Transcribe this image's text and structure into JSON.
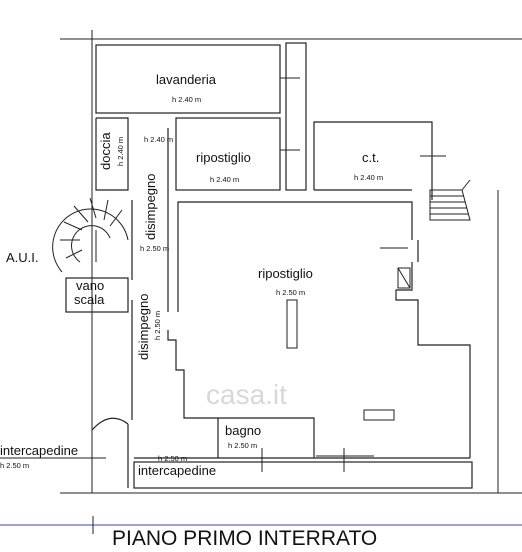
{
  "plan_title": "PIANO PRIMO INTERRATO",
  "watermark": "casa.it",
  "colors": {
    "walls": "#222222",
    "axis_line": "#3b46c9",
    "watermark": "#d8d8d8"
  },
  "rooms": {
    "lavanderia": {
      "name": "lavanderia",
      "height": "h 2.40 m"
    },
    "doccia": {
      "name": "doccia",
      "height": "h 2.40 m"
    },
    "disimpegno_upper": {
      "name": "disimpegno",
      "height": "h 2.40 m",
      "height_lower": "h 2.50 m"
    },
    "ripostiglio_small": {
      "name": "ripostiglio",
      "height": "h 2.40 m"
    },
    "ct": {
      "name": "c.t.",
      "height": "h 2.40 m"
    },
    "ripostiglio_large": {
      "name": "ripostiglio",
      "height": "h 2.50 m"
    },
    "vano_scala": {
      "name_line1": "vano",
      "name_line2": "scala"
    },
    "aui": {
      "name": "A.U.I."
    },
    "disimpegno_lower": {
      "name": "disimpegno",
      "height": "h 2.50 m"
    },
    "bagno": {
      "name": "bagno",
      "height": "h 2.50 m"
    },
    "intercapedine_left": {
      "name": "intercapedine",
      "height": "h 2.50 m"
    },
    "intercapedine_bottom": {
      "name": "intercapedine",
      "height": "h 2.50 m"
    }
  }
}
